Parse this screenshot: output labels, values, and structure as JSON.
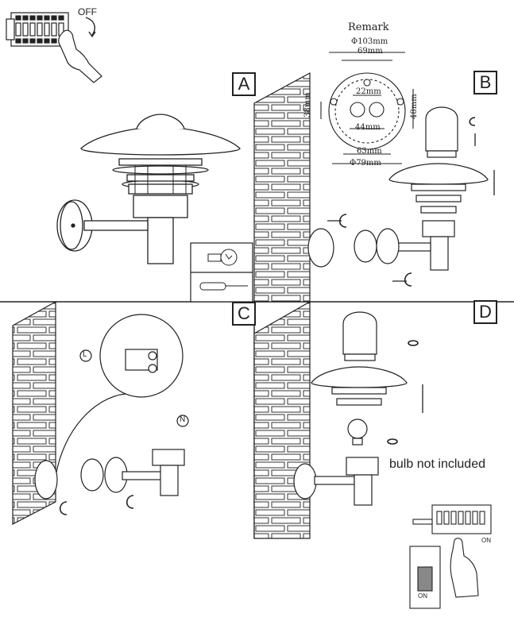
{
  "panels": {
    "a": "A",
    "b": "B",
    "c": "C",
    "d": "D"
  },
  "step0": {
    "off_label": "OFF"
  },
  "remark": {
    "title": "Remark",
    "d_outer": "Φ103mm",
    "w_69": "69mm",
    "w_22": "22mm",
    "w_44": "44mm",
    "w_63": "63mm",
    "d_inner": "Φ79mm",
    "h_38": "38mm",
    "h_48": "48mm"
  },
  "panel_c": {
    "live_label": "L",
    "neutral_label": "N"
  },
  "panel_d": {
    "bulb_note": "bulb not included",
    "on_label_right": "ON",
    "on_label_switch": "ON"
  }
}
